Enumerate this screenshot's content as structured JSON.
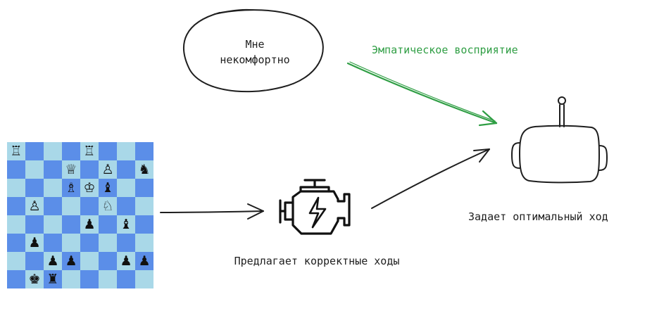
{
  "bubble": {
    "text": "Мне некомфортно"
  },
  "empathy_arrow": {
    "label": "Эмпатическое восприятие",
    "color": "#2f9e44"
  },
  "engine": {
    "caption": "Предлагает корректные ходы",
    "icon": "engine-lightning-icon"
  },
  "robot": {
    "caption": "Задает оптимальный ход",
    "icon": "robot-icon"
  },
  "chessboard": {
    "light_color": "#a9d8e8",
    "dark_color": "#5b8ee8",
    "rows": [
      [
        "♖",
        "",
        "",
        "",
        "♖",
        "",
        "",
        ""
      ],
      [
        "",
        "",
        "",
        "♕",
        "",
        "♙",
        "",
        "♞"
      ],
      [
        "",
        "",
        "",
        "♗",
        "♔",
        "♝",
        "",
        ""
      ],
      [
        "",
        "♙",
        "",
        "",
        "",
        "♘",
        "",
        ""
      ],
      [
        "",
        "",
        "",
        "",
        "♟",
        "",
        "♝",
        ""
      ],
      [
        "",
        "♟",
        "",
        "",
        "",
        "",
        "",
        ""
      ],
      [
        "",
        "",
        "♟",
        "♟",
        "",
        "",
        "♟",
        "♟"
      ],
      [
        "",
        "♚",
        "♜",
        "",
        "",
        "",
        "",
        ""
      ]
    ]
  }
}
